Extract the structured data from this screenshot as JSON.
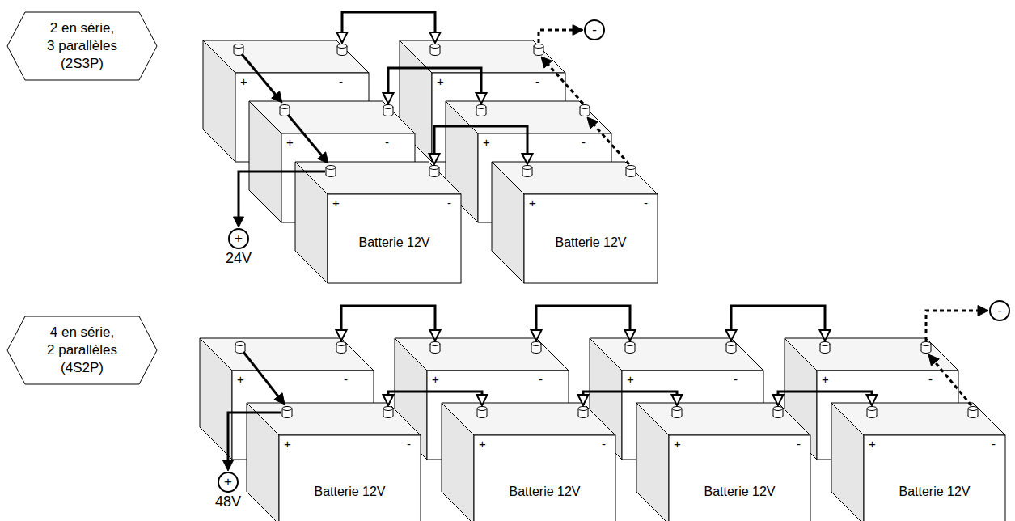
{
  "diagram": {
    "nodes": [
      {
        "text": [
          "2 en série, 3 parallèles (2S3P)"
        ]
      },
      {
        "text": [
          "+",
          "-"
        ]
      },
      {
        "text": [
          "+",
          "-"
        ]
      },
      {
        "text": [
          "+",
          "-"
        ]
      },
      {
        "text": [
          "+",
          "-"
        ]
      },
      {
        "text": [
          "+",
          "-",
          "Batterie 12V"
        ]
      },
      {
        "text": [
          "+",
          "-",
          "Batterie 12V"
        ]
      },
      {
        "text": [
          "+",
          "24V"
        ]
      },
      {
        "text": [
          "-"
        ]
      },
      {
        "text": [
          "4 en série, 2 parallèles (4S2P)"
        ]
      },
      {
        "text": [
          "+",
          "-"
        ]
      },
      {
        "text": [
          "+",
          "-"
        ]
      },
      {
        "text": [
          "+",
          "-"
        ]
      },
      {
        "text": [
          "+",
          "-"
        ]
      },
      {
        "text": [
          "+",
          "-",
          "Batterie 12V"
        ]
      },
      {
        "text": [
          "+",
          "-",
          "Batterie 12V"
        ]
      },
      {
        "text": [
          "+",
          "-",
          "Batterie 12V"
        ]
      },
      {
        "text": [
          "+",
          "-",
          "Batterie 12V"
        ]
      },
      {
        "text": [
          "+",
          "48V"
        ]
      },
      {
        "text": [
          "-"
        ]
      }
    ],
    "edges": [
      {
        "from": 1,
        "to": 3,
        "arrow": "to"
      },
      {
        "from": 3,
        "to": 5,
        "arrow": "to"
      },
      {
        "from": 5,
        "to": 7,
        "arrow": "to"
      },
      {
        "from": 1,
        "to": 2,
        "arrow": "both"
      },
      {
        "from": 3,
        "to": 4,
        "arrow": "both"
      },
      {
        "from": 5,
        "to": 6,
        "arrow": "both"
      },
      {
        "from": 6,
        "to": 4,
        "arrow": "to"
      },
      {
        "from": 4,
        "to": 2,
        "arrow": "to"
      },
      {
        "from": 2,
        "to": 8,
        "arrow": "to"
      },
      {
        "from": 10,
        "to": 14,
        "arrow": "to"
      },
      {
        "from": 14,
        "to": 18,
        "arrow": "to"
      },
      {
        "from": 10,
        "to": 11,
        "arrow": "both"
      },
      {
        "from": 11,
        "to": 12,
        "arrow": "both"
      },
      {
        "from": 12,
        "to": 13,
        "arrow": "both"
      },
      {
        "from": 14,
        "to": 15,
        "arrow": "both"
      },
      {
        "from": 15,
        "to": 16,
        "arrow": "both"
      },
      {
        "from": 16,
        "to": 17,
        "arrow": "both"
      },
      {
        "from": 17,
        "to": 13,
        "arrow": "to"
      },
      {
        "from": 13,
        "to": 19,
        "arrow": "to"
      }
    ]
  }
}
